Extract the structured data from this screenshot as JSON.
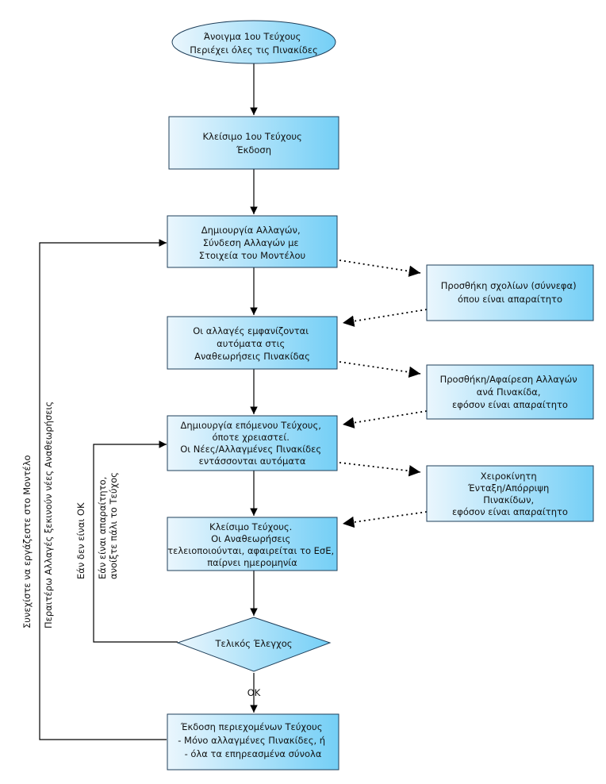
{
  "colors": {
    "fill_light": "#eaf6fd",
    "fill_dark": "#74cff6",
    "border": "#1f3f5a",
    "line": "#000000"
  },
  "nodes": {
    "start": [
      "Άνοιγμα 1ου Τεύχους",
      "Περιέχει όλες τις Πινακίδες"
    ],
    "close_first": [
      "Κλείσιμο 1ου Τεύχους",
      "Έκδοση"
    ],
    "create_changes": [
      "Δημιουργία Αλλαγών,",
      "Σύνδεση Αλλαγών με",
      "Στοιχεία του Μοντέλου"
    ],
    "auto_revisions": [
      "Οι αλλαγές εμφανίζονται",
      "αυτόματα στις",
      "Αναθεωρήσεις Πινακίδας"
    ],
    "next_issue": [
      "Δημιουργία επόμενου Τεύχους,",
      "όποτε χρειαστεί.",
      "Οι Νέες/Αλλαγμένες Πινακίδες",
      "εντάσσονται αυτόματα"
    ],
    "close_issue": [
      "Κλείσιμο Τεύχους.",
      "Οι Αναθεωρήσεις",
      "τελειοποιούνται, αφαιρείται το ΕσΕ,",
      "παίρνει ημερομηνία"
    ],
    "final_check": [
      "Τελικός Έλεγχος"
    ],
    "issue_output": [
      "Έκδοση περιεχομένων Τεύχους",
      "- Μόνο αλλαγμένες Πινακίδες, ή",
      "- όλα τα επηρεασμένα σύνολα"
    ],
    "side_comments": [
      "Προσθήκη σχολίων (σύννεφα)",
      "όπου είναι απαραίτητο"
    ],
    "side_add_remove": [
      "Προσθήκη/Αφαίρεση Αλλαγών",
      "ανά Πινακίδα,",
      "εφόσον είναι απαραίτητο"
    ],
    "side_manual": [
      "Χειροκίνητη",
      "Ένταξη/Απόρριψη",
      "Πινακίδων,",
      "εφόσον είναι απαραίτητο"
    ]
  },
  "labels": {
    "ok": "OK",
    "loop_inner": [
      "Εάν δεν είναι ΟΚ",
      "Εάν είναι απαραίτητο,",
      "ανοίξτε πάλι το Τεύχος"
    ],
    "loop_outer": [
      "Συνεχίστε να εργάζεστε στο Μοντέλο",
      "Περαιτέρω Αλλαγές ξεκινούν νέες Αναθεωρήσεις"
    ]
  }
}
